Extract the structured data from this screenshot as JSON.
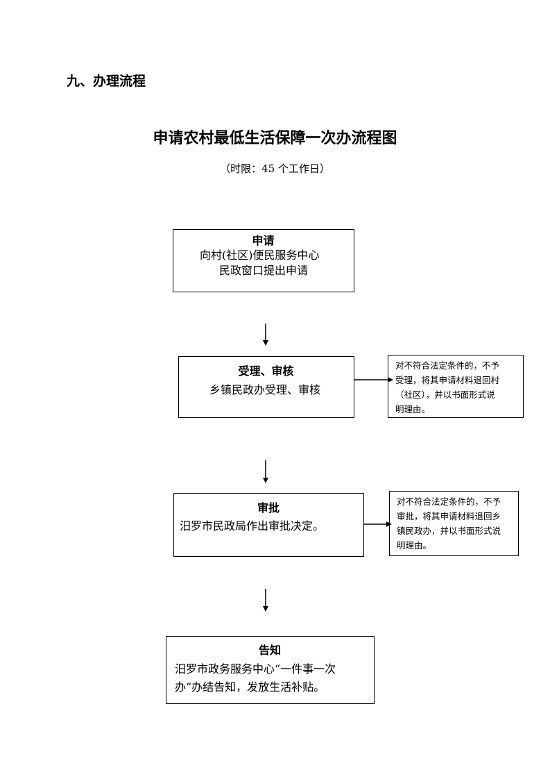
{
  "section_heading": "九、办理流程",
  "title": "申请农村最低生活保障一次办流程图",
  "time_limit": "（时限：45 个工作日）",
  "steps": [
    {
      "title": "申请",
      "lines": [
        "向村(社区)便民服务中心",
        "民政窗口提出申请"
      ]
    },
    {
      "title": "受理、审核",
      "lines": [
        "乡镇民政办受理、审核"
      ],
      "note_lines": [
        "对不符合法定条件的，不予",
        "受理，将其申请材料退回村",
        "（社区），并以书面形式说",
        "明理由。"
      ]
    },
    {
      "title": "审批",
      "lines": [
        "汨罗市民政局作出审批决定。"
      ],
      "note_lines": [
        "对不符合法定条件的，不予",
        "审批，将其申请材料退回乡",
        "镇民政办，并以书面形式说",
        "明理由。"
      ]
    },
    {
      "title": "告知",
      "lines": [
        "汨罗市政务服务中心“一件事一次",
        "办”办结告知，发放生活补贴。"
      ]
    }
  ]
}
